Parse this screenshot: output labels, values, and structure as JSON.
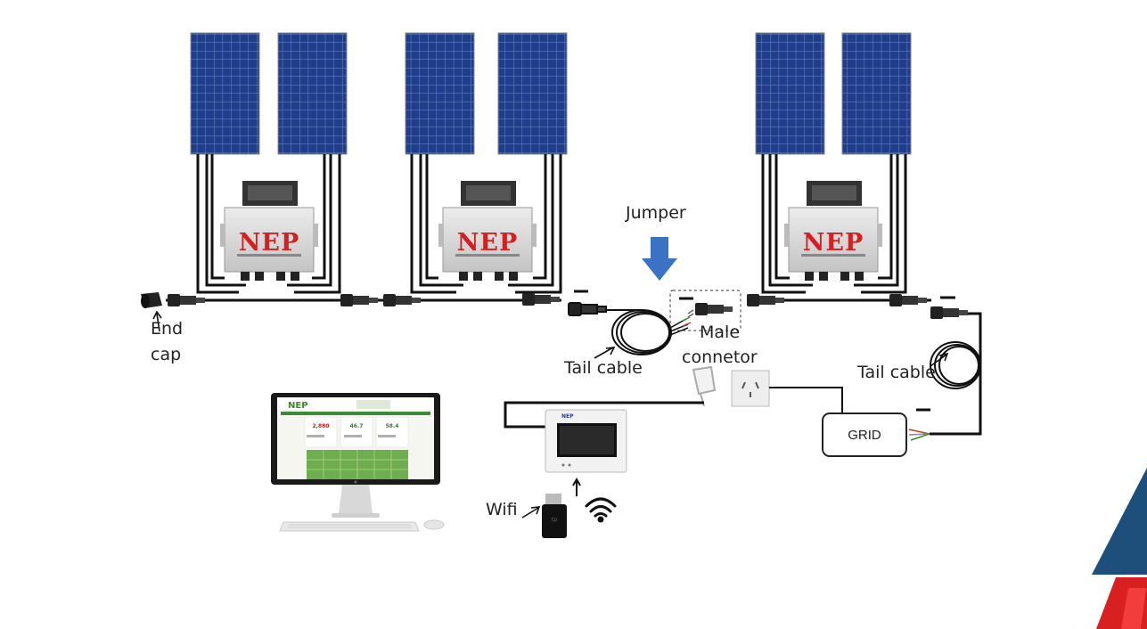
{
  "brand": {
    "logo_text": "NEP"
  },
  "labels": {
    "end_cap_line1": "End",
    "end_cap_line2": "cap",
    "jumper": "Jumper",
    "tail_cable_left": "Tail cable",
    "male_connector_line1": "Male",
    "male_connector_line2": "connetor",
    "tail_cable_right": "Tail cable",
    "grid": "GRID",
    "wifi": "Wifi"
  },
  "monitor_screen": {
    "logo": "NEP",
    "stat_1": "2,880",
    "stat_2": "46.7",
    "stat_3": "58.4"
  },
  "colors": {
    "panel_blue": "#1f3d8a",
    "panel_cell_line": "#6d89c9",
    "inverter_body": "#d7d7d7",
    "logo_red": "#d42020",
    "arrow_blue": "#3a72c4",
    "corner_navy": "#1e4f7a",
    "corner_red": "#d82020"
  },
  "icons": [
    "solar-panel-icon",
    "microinverter-icon",
    "connector-icon",
    "end-cap-icon",
    "cable-coil-icon",
    "wall-socket-icon",
    "plug-icon",
    "gateway-icon",
    "wifi-dongle-icon",
    "wifi-signal-icon",
    "monitor-icon",
    "keyboard-icon",
    "mouse-icon",
    "down-arrow-icon"
  ]
}
